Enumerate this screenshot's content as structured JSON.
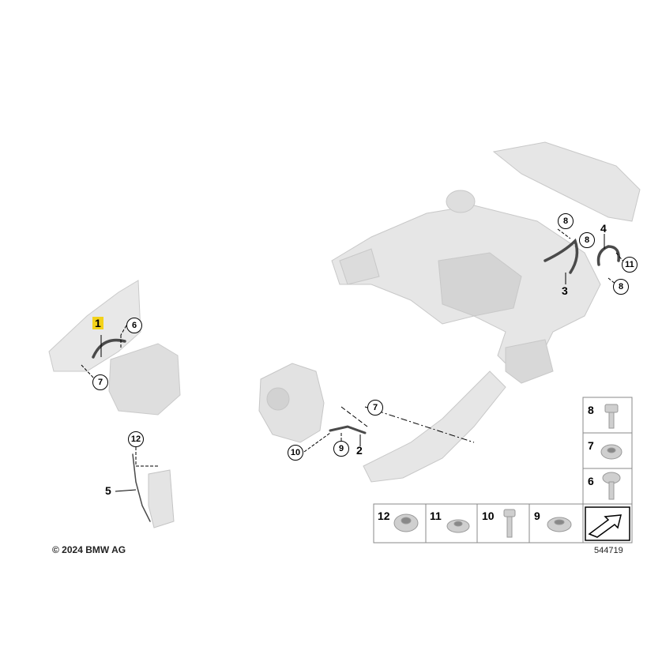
{
  "callouts": {
    "part1": "1",
    "part2": "2",
    "part3": "3",
    "part4": "4",
    "part5": "5"
  },
  "circles": {
    "c6": "6",
    "c7a": "7",
    "c12a": "12",
    "c7b": "7",
    "c9": "9",
    "c10": "10",
    "c8a": "8",
    "c8b": "8",
    "c11": "11",
    "c8c": "8"
  },
  "legend": {
    "right": [
      "8",
      "7",
      "6"
    ],
    "bottom": [
      "12",
      "11",
      "10",
      "9"
    ]
  },
  "footer": {
    "copyright": "© 2024 BMW AG",
    "diagram_id": "544719"
  },
  "colors": {
    "highlight": "#f3d21a",
    "part_grey": "#d9d9d9",
    "line": "#000000"
  }
}
